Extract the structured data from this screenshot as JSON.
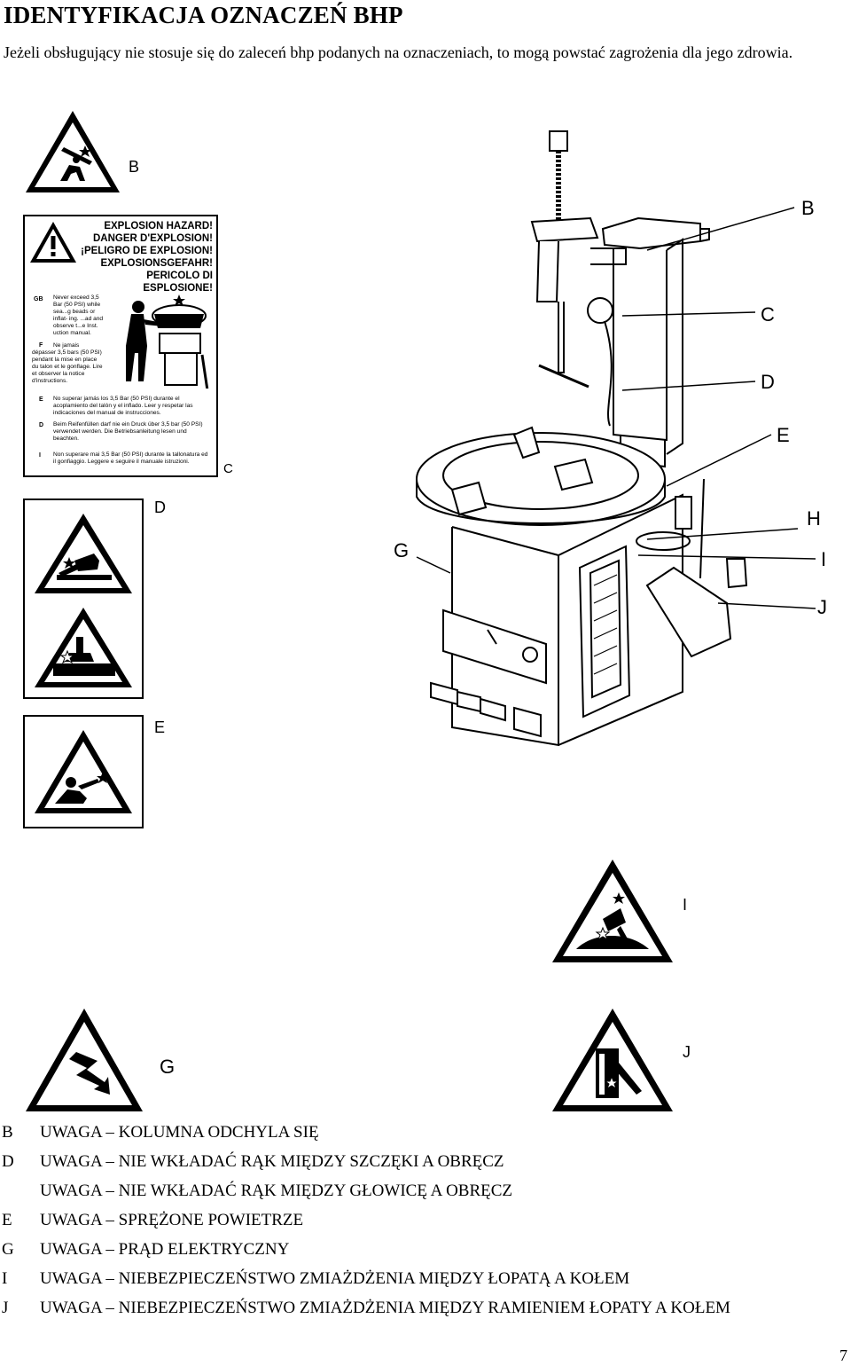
{
  "header": {
    "title": "IDENTYFIKACJA OZNACZEŃ BHP",
    "intro": "Jeżeli obsługujący nie stosuje się do zaleceń bhp podanych na oznaczeniach, to mogą powstać zagrożenia dla jego zdrowia."
  },
  "sign_labels": {
    "B": "B",
    "C": "C",
    "D": "D",
    "E": "E",
    "G": "G",
    "I": "I",
    "J": "J"
  },
  "machine_callouts": [
    "B",
    "C",
    "D",
    "E",
    "H",
    "I",
    "J",
    "G"
  ],
  "explosion_sign": {
    "headers": [
      "EXPLOSION HAZARD!",
      "DANGER D'EXPLOSION!",
      "¡PELIGRO DE EXPLOSION!",
      "EXPLOSIONSGEFAHR!",
      "PERICOLO DI ESPLOSIONE!"
    ],
    "gb_key": "GB",
    "gb_text": "Never exceed 3,5 Bar (50 PSI) while sea...g beads or inflat- ing. ...ad and observe t...e Inst. uction manual.",
    "f_key": "F",
    "f_text": "Ne jamais dépasser 3,5 bars (50 PSI) pendant la mise en place du talon et le gonflage. Lire et observer la notice d'instructions.",
    "e_key": "E",
    "e_text": "No superar jamás los 3,5 Bar (50 PSI) durante el acoplamiento del talón y el inflado. Leer y respetar las indicaciones del manual de instrucciones.",
    "d_key": "D",
    "d_text": "Beim Reifenfüllen darf nie ein Druck über 3,5 bar (50 PSI) verwendet werden. Die Betriebsanleitung lesen und beachten.",
    "i_key": "I",
    "i_text": "Non superare mai 3,5 Bar (50 PSI) durante la tallonatura ed il gonfiaggio. Leggere e seguire il manuale istruzioni."
  },
  "legend": [
    {
      "key": "B",
      "text": "UWAGA – KOLUMNA ODCHYLA SIĘ"
    },
    {
      "key": "D",
      "text": "UWAGA – NIE WKŁADAĆ RĄK MIĘDZY SZCZĘKI A OBRĘCZ"
    },
    {
      "key": "",
      "text": "UWAGA – NIE WKŁADAĆ RĄK MIĘDZY GŁOWICĘ A OBRĘCZ"
    },
    {
      "key": "E",
      "text": "UWAGA – SPRĘŻONE POWIETRZE"
    },
    {
      "key": "G",
      "text": "UWAGA – PRĄD ELEKTRYCZNY"
    },
    {
      "key": "I",
      "text": "UWAGA – NIEBEZPIECZEŃSTWO ZMIAŻDŻENIA MIĘDZY ŁOPATĄ A KOŁEM"
    },
    {
      "key": "J",
      "text": "UWAGA – NIEBEZPIECZEŃSTWO ZMIAŻDŻENIA MIĘDZY RAMIENIEM ŁOPATY A KOŁEM"
    }
  ],
  "page_number": "7"
}
